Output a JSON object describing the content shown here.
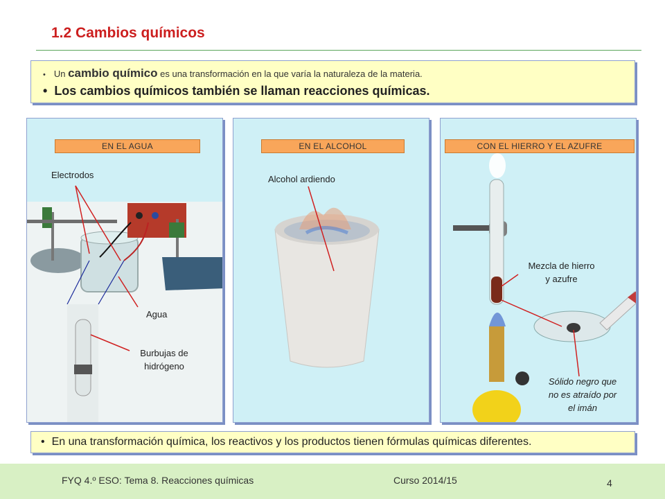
{
  "slide": {
    "title": "1.2   Cambios químicos",
    "intro": {
      "line1_prefix": "Un ",
      "line1_term": "cambio químico",
      "line1_rest": " es una transformación en la que  varía la naturaleza de la materia.",
      "line2": "Los cambios químicos también se llaman reacciones químicas."
    },
    "panels": [
      {
        "tag": "EN EL AGUA",
        "labels": {
          "electrodos": "Electrodos",
          "agua": "Agua",
          "burbujas_1": "Burbujas de",
          "burbujas_2": "hidrógeno"
        }
      },
      {
        "tag": "EN EL ALCOHOL",
        "labels": {
          "alcohol": "Alcohol ardiendo"
        }
      },
      {
        "tag": "CON EL HIERRO  Y EL AZUFRE",
        "labels": {
          "mezcla_1": "Mezcla de hierro",
          "mezcla_2": "y azufre",
          "solido_1": "Sólido negro que",
          "solido_2": "no es atraído  por",
          "solido_3": "el imán"
        }
      }
    ],
    "conclusion": "En una transformación química, los reactivos y los productos tienen fórmulas químicas diferentes.",
    "footer": {
      "course": "FYQ  4.º ESO:  Tema 8.  Reacciones químicas",
      "year": "Curso 2014/15",
      "page": "4"
    },
    "bullet_glyph": "•"
  }
}
